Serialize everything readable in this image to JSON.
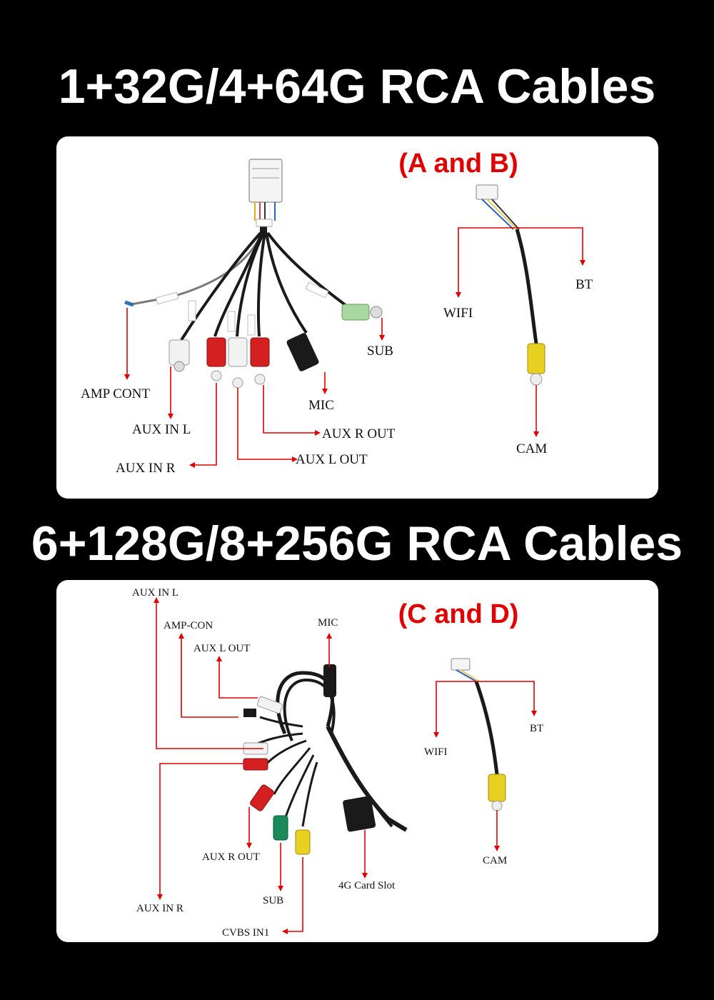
{
  "sections": [
    {
      "title": "1+32G/4+64G RCA Cables",
      "subtitle": "(A and B)",
      "labels": {
        "amp_cont": "AMP CONT",
        "aux_in_l": "AUX IN L",
        "aux_in_r": "AUX IN R",
        "aux_l_out": "AUX L OUT",
        "aux_r_out": "AUX R OUT",
        "mic": "MIC",
        "sub": "SUB",
        "wifi": "WIFI",
        "bt": "BT",
        "cam": "CAM"
      }
    },
    {
      "title": "6+128G/8+256G RCA Cables",
      "subtitle": "(C and D)",
      "labels": {
        "aux_in_l": "AUX IN L",
        "amp_con": "AMP-CON",
        "aux_l_out": "AUX L OUT",
        "mic": "MIC",
        "aux_r_out": "AUX R OUT",
        "sub": "SUB",
        "aux_in_r": "AUX IN R",
        "cvbs_in1": "CVBS IN1",
        "card_slot": "4G Card Slot",
        "wifi": "WIFI",
        "bt": "BT",
        "cam": "CAM"
      }
    }
  ],
  "colors": {
    "background": "#000000",
    "panel": "#ffffff",
    "arrow": "#e00000",
    "cable": "#1a1a1a",
    "rca_white": "#f2f2f2",
    "rca_red": "#d42020",
    "rca_green_light": "#a8d8a0",
    "rca_green": "#1a8a5a",
    "rca_yellow": "#e8d020"
  }
}
